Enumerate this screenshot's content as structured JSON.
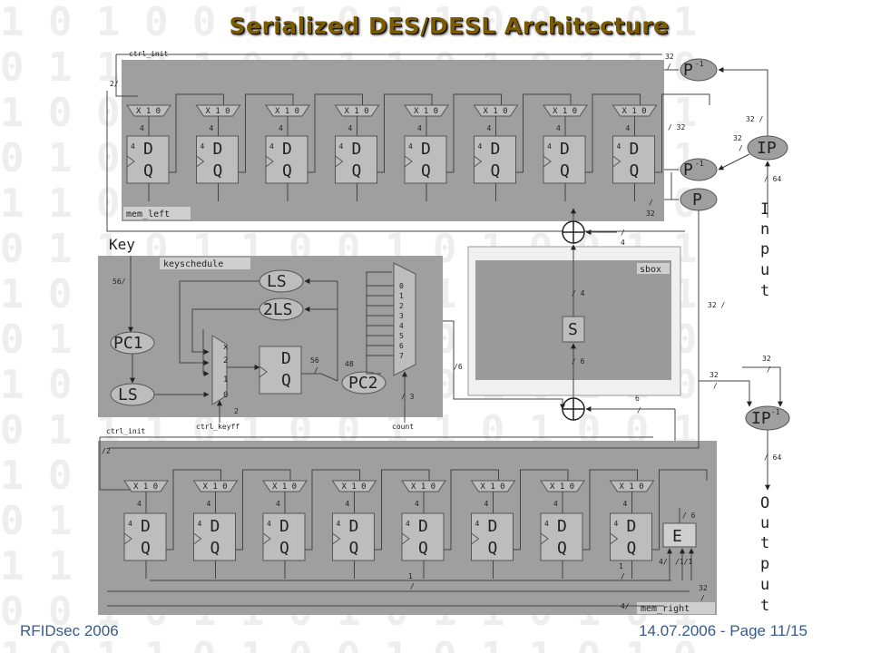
{
  "title": "Serialized DES/DESL Architecture",
  "footer": {
    "left": "RFIDsec 2006",
    "right": "14.07.2006 - Page 11/15"
  },
  "diagram": {
    "key_label": "Key",
    "blocks": {
      "mem_left": "mem_left",
      "mem_right": "mem_right",
      "keyschedule": "keyschedule",
      "sbox": "sbox",
      "s": "S",
      "e": "E",
      "p": "P",
      "p_inv": "P",
      "ip": "IP",
      "ip_inv": "IP",
      "inverse": "-1",
      "pc1": "PC1",
      "pc2": "PC2",
      "ls": "LS",
      "ls2": "2LS",
      "dq_d": "D",
      "dq_q": "Q",
      "mux": "X 1 0",
      "mux_v": [
        "x",
        "2",
        "1",
        "0"
      ],
      "mux8": [
        "0",
        "1",
        "2",
        "3",
        "4",
        "5",
        "6",
        "7"
      ],
      "input_letters": [
        "I",
        "n",
        "p",
        "u",
        "t"
      ],
      "output_letters": [
        "O",
        "u",
        "t",
        "p",
        "u",
        "t"
      ]
    },
    "signals": {
      "ctrl_init": "ctrl_init",
      "ctrl_keyff": "ctrl_keyff",
      "count": "count"
    },
    "widths": {
      "w2": "2/",
      "w32": "32",
      "w32s": "/ 32",
      "w32_slash": "32 /",
      "w4": "4",
      "w4s": "/ 4",
      "w4_slash": "4/",
      "w64": "/ 64",
      "w56": "56",
      "w56s": "56/",
      "w56b": "56",
      "w48": "48",
      "w6": "6",
      "w6s": "/ 6",
      "w6b": "/6",
      "w3": "/ 3",
      "w1": "1",
      "w11": "/1/1",
      "slash": "/",
      "ctrl2": "/2"
    }
  }
}
